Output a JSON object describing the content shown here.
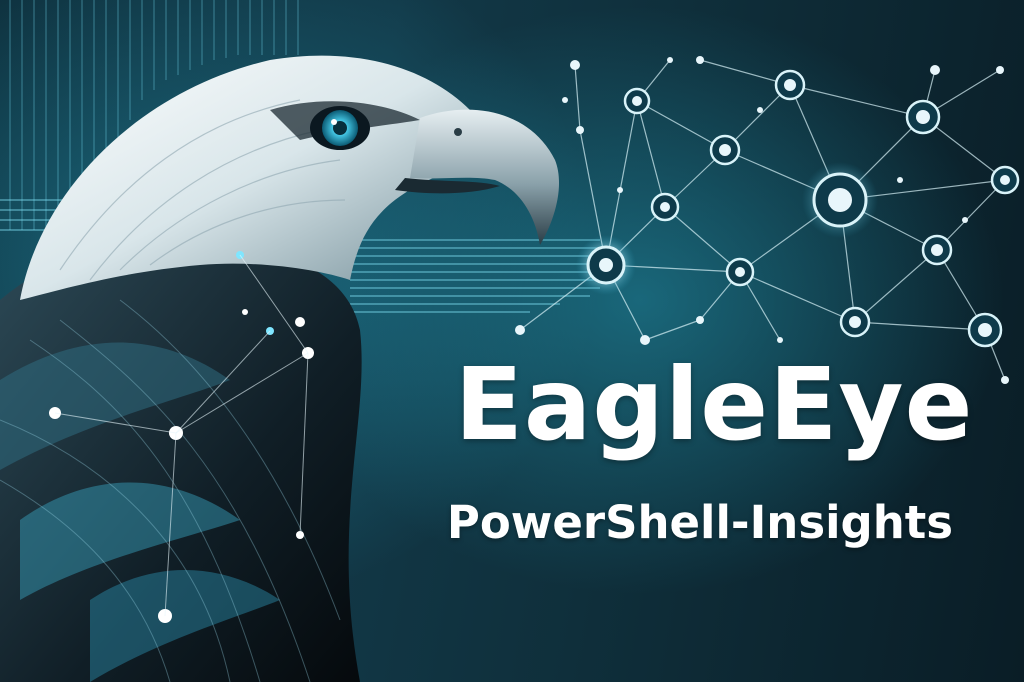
{
  "banner": {
    "title": "EagleEye",
    "subtitle": "PowerShell-Insights"
  },
  "illustration": {
    "subject": "eagle-head",
    "motif": "network-graph",
    "colors": {
      "background_dark": "#0a1d26",
      "background_teal": "#1e8fa8",
      "eye_glow": "#38c8e8",
      "text": "#ffffff",
      "node_fill": "#e8f6fb"
    }
  }
}
